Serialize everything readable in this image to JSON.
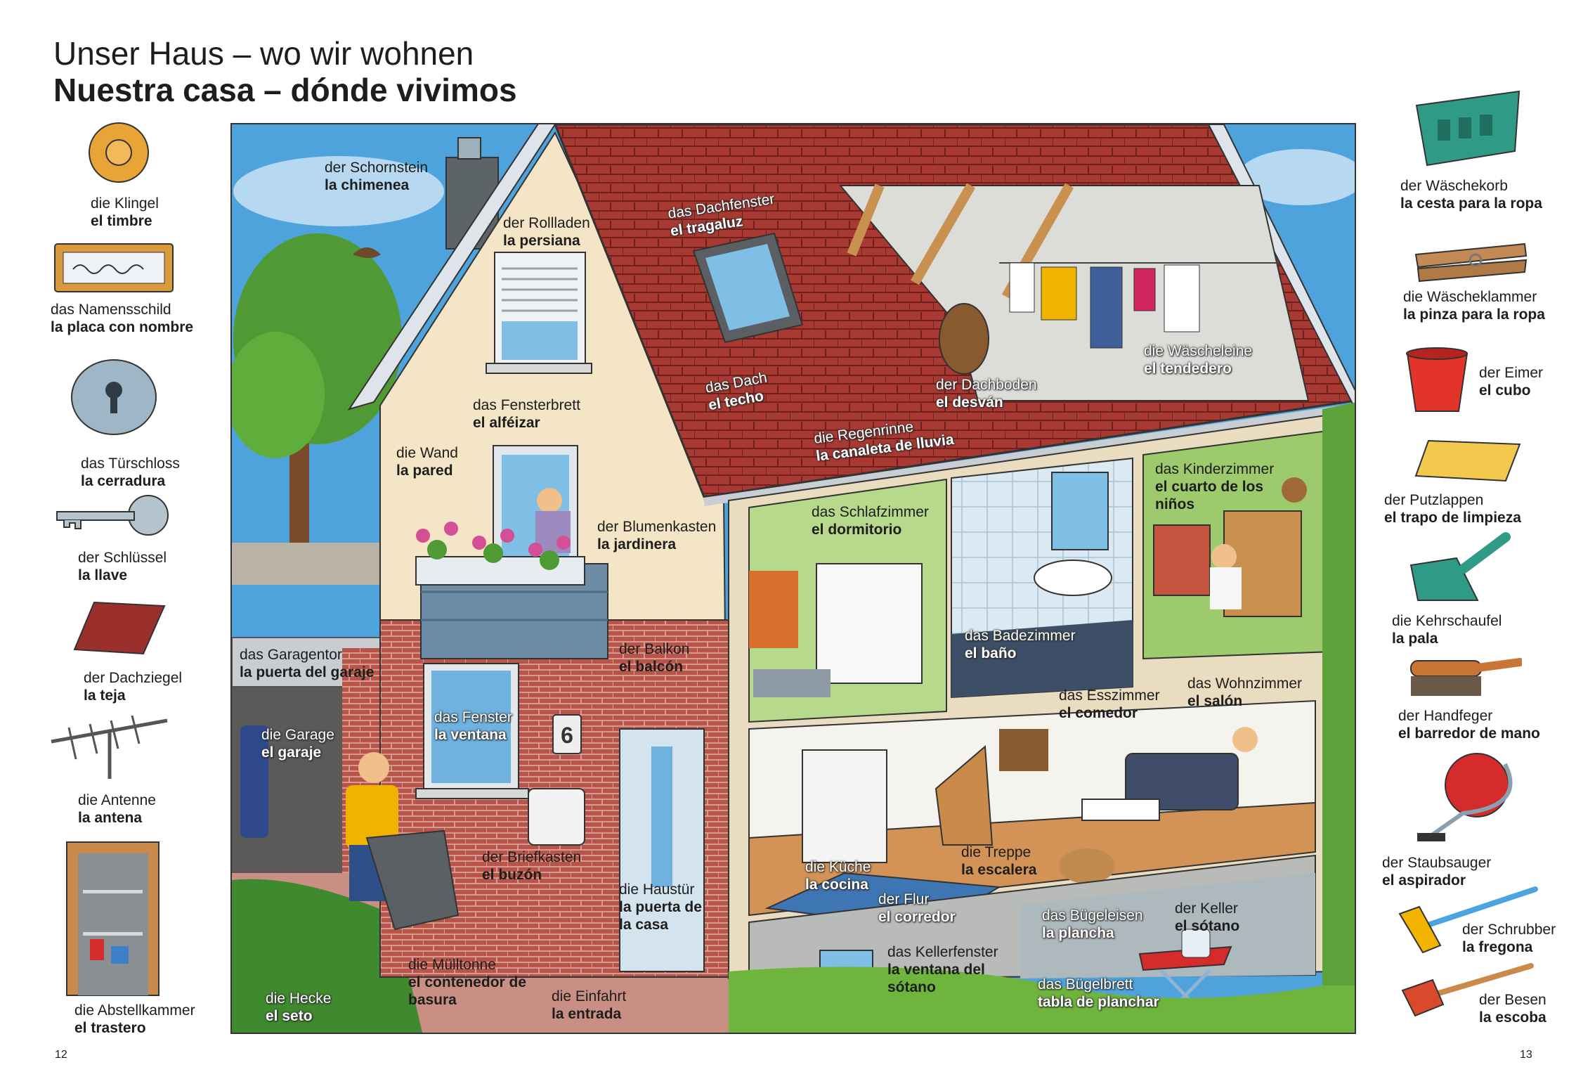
{
  "title": {
    "de": "Unser Haus – wo wir wohnen",
    "es": "Nuestra casa – dónde vivimos"
  },
  "left_items": [
    {
      "de": "die Klingel",
      "es": "el timbre",
      "icon": "doorbell-icon"
    },
    {
      "de": "das Namensschild",
      "es": "la placa con nombre",
      "icon": "nameplate-icon"
    },
    {
      "de": "das Türschloss",
      "es": "la cerradura",
      "icon": "door-lock-icon"
    },
    {
      "de": "der Schlüssel",
      "es": "la llave",
      "icon": "key-icon"
    },
    {
      "de": "der Dachziegel",
      "es": "la teja",
      "icon": "roof-tile-icon"
    },
    {
      "de": "die Antenne",
      "es": "la antena",
      "icon": "antenna-icon"
    },
    {
      "de": "die Abstellkammer",
      "es": "el trastero",
      "icon": "storage-room-icon"
    }
  ],
  "right_items": [
    {
      "de": "der Wäschekorb",
      "es": "la cesta para la ropa",
      "icon": "laundry-basket-icon"
    },
    {
      "de": "die Wäscheklammer",
      "es": "la pinza para la ropa",
      "icon": "clothespin-icon"
    },
    {
      "de": "der Eimer",
      "es": "el cubo",
      "icon": "bucket-icon"
    },
    {
      "de": "der Putzlappen",
      "es": "el trapo de limpieza",
      "icon": "cleaning-cloth-icon"
    },
    {
      "de": "die Kehrschaufel",
      "es": "la pala",
      "icon": "dustpan-icon"
    },
    {
      "de": "der Handfeger",
      "es": "el barredor de mano",
      "icon": "hand-brush-icon"
    },
    {
      "de": "der Staubsauger",
      "es": "el aspirador",
      "icon": "vacuum-cleaner-icon"
    },
    {
      "de": "der Schrubber",
      "es": "la fregona",
      "icon": "scrubbing-brush-icon"
    },
    {
      "de": "der Besen",
      "es": "la escoba",
      "icon": "broom-icon"
    }
  ],
  "scene_labels": [
    {
      "de": "der Schornstein",
      "es": "la chimenea"
    },
    {
      "de": "der Rollladen",
      "es": "la persiana"
    },
    {
      "de": "das Dachfenster",
      "es": "el tragaluz"
    },
    {
      "de": "die Wand",
      "es": "la pared"
    },
    {
      "de": "das Fensterbrett",
      "es": "el alféizar"
    },
    {
      "de": "das Dach",
      "es": "el techo"
    },
    {
      "de": "der Dachboden",
      "es": "el desván"
    },
    {
      "de": "die Wäscheleine",
      "es": "el tendedero"
    },
    {
      "de": "die Regenrinne",
      "es": "la canaleta de lluvia"
    },
    {
      "de": "das Kinderzimmer",
      "es": "el cuarto de los niños"
    },
    {
      "de": "das Schlafzimmer",
      "es": "el dormitorio"
    },
    {
      "de": "der Blumenkasten",
      "es": "la jardinera"
    },
    {
      "de": "das Badezimmer",
      "es": "el baño"
    },
    {
      "de": "das Garagentor",
      "es": "la puerta del garaje"
    },
    {
      "de": "der Balkon",
      "es": "el balcón"
    },
    {
      "de": "das Esszimmer",
      "es": "el comedor"
    },
    {
      "de": "das Wohnzimmer",
      "es": "el salón"
    },
    {
      "de": "die Garage",
      "es": "el garaje"
    },
    {
      "de": "das Fenster",
      "es": "la ventana"
    },
    {
      "de": "der Briefkasten",
      "es": "el buzón"
    },
    {
      "de": "die Haustür",
      "es": "la puerta de la casa"
    },
    {
      "de": "die Treppe",
      "es": "la escalera"
    },
    {
      "de": "die Küche",
      "es": "la cocina"
    },
    {
      "de": "der Flur",
      "es": "el corredor"
    },
    {
      "de": "das Bügeleisen",
      "es": "la plancha"
    },
    {
      "de": "der Keller",
      "es": "el sótano"
    },
    {
      "de": "das Kellerfenster",
      "es": "la ventana del sótano"
    },
    {
      "de": "die Mülltonne",
      "es": "el contenedor de basura"
    },
    {
      "de": "die Einfahrt",
      "es": "la entrada"
    },
    {
      "de": "die Hecke",
      "es": "el seto"
    },
    {
      "de": "das Bügelbrett",
      "es": "tabla de planchar"
    }
  ],
  "house_number": "6",
  "page_numbers": {
    "left": "12",
    "right": "13"
  }
}
